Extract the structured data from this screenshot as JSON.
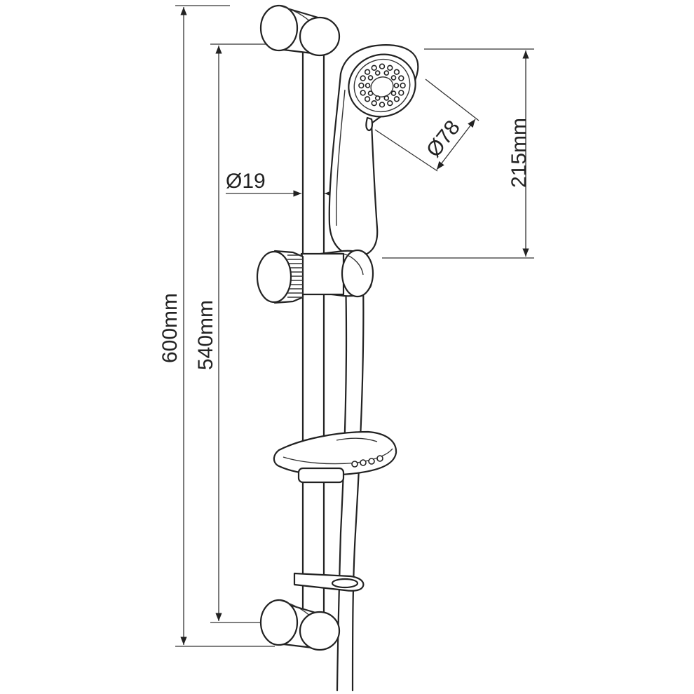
{
  "labels": {
    "total_height": "600mm",
    "rail_length": "540mm",
    "rail_diameter": "Ø19",
    "head_diameter": "Ø78",
    "head_height": "215mm"
  }
}
